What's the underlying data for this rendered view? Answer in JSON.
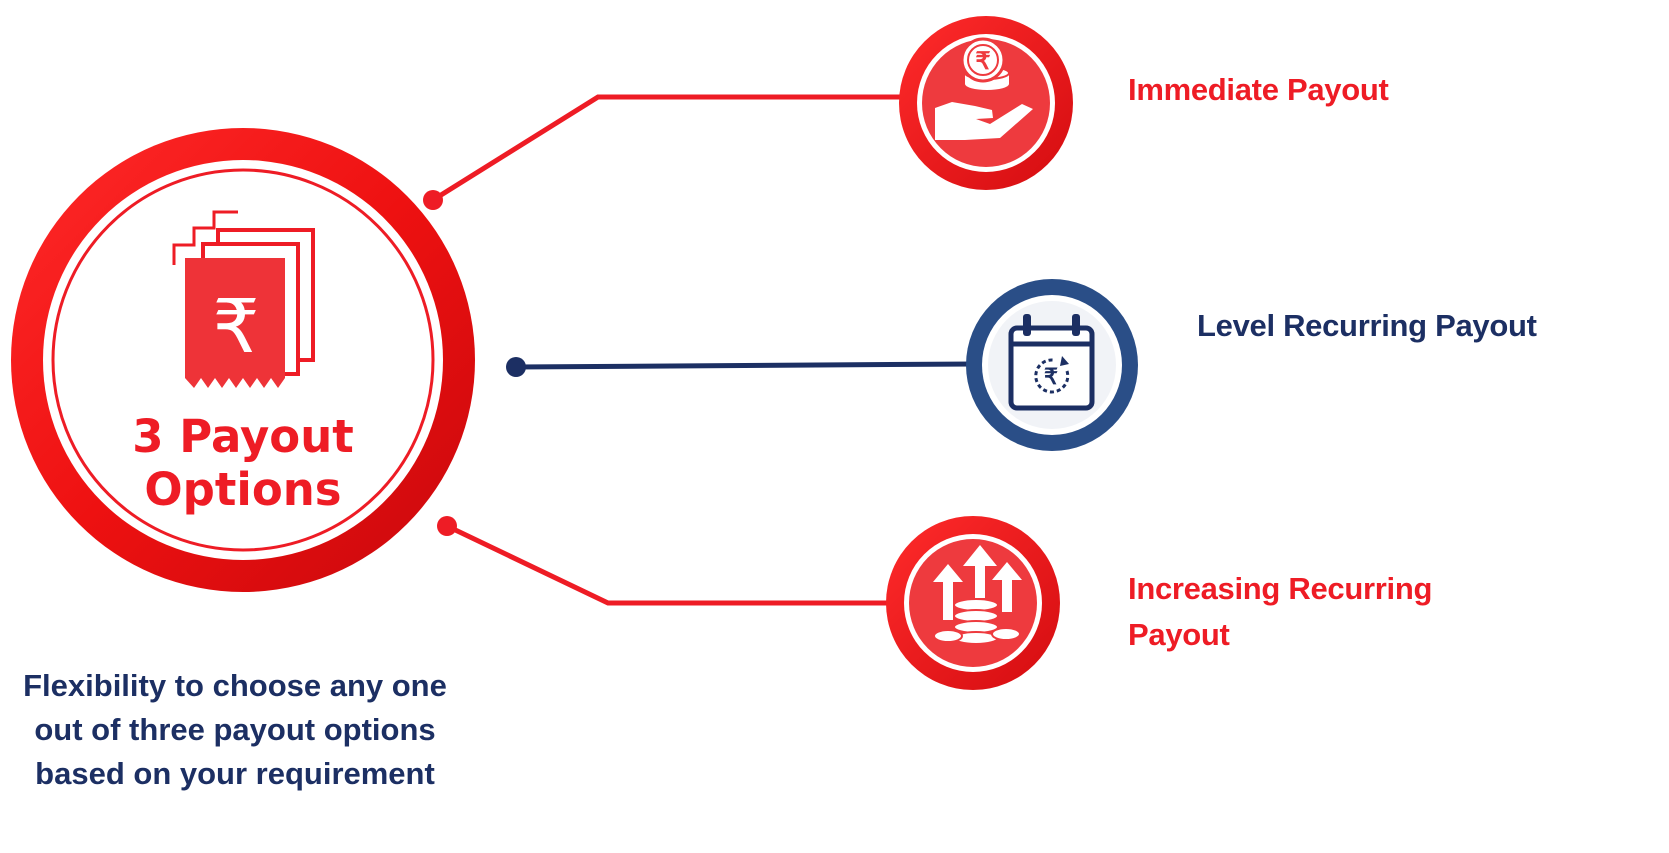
{
  "hub": {
    "title_line1": "3 Payout",
    "title_line2": "Options",
    "icon": "rupee-receipt-stack-icon"
  },
  "options": [
    {
      "label": "Immediate Payout",
      "icon": "rupee-coins-hand-icon",
      "color": "#ee1c25"
    },
    {
      "label": "Level Recurring Payout",
      "icon": "calendar-rupee-icon",
      "color": "#1c2f63"
    },
    {
      "label_line1": "Increasing Recurring",
      "label_line2": "Payout",
      "icon": "rising-arrows-coins-icon",
      "color": "#ee1c25"
    }
  ],
  "caption": {
    "line1": "Flexibility to choose any one",
    "line2": "out of three payout options",
    "line3": "based on your requirement"
  },
  "colors": {
    "accent_red": "#ee1c25",
    "navy": "#1c2f63"
  }
}
